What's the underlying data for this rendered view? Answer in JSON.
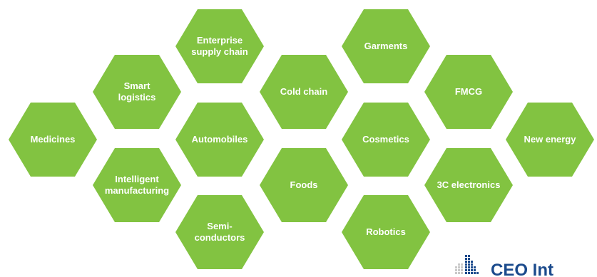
{
  "hexagons": [
    {
      "id": "enterprise-supply-chain",
      "label": "Enterprise\nsupply chain"
    },
    {
      "id": "garments",
      "label": "Garments"
    },
    {
      "id": "smart-logistics",
      "label": "Smart\nlogistics"
    },
    {
      "id": "cold-chain",
      "label": "Cold chain"
    },
    {
      "id": "fmcg",
      "label": "FMCG"
    },
    {
      "id": "medicines",
      "label": "Medicines"
    },
    {
      "id": "automobiles",
      "label": "Automobiles"
    },
    {
      "id": "cosmetics",
      "label": "Cosmetics"
    },
    {
      "id": "new-energy",
      "label": "New energy"
    },
    {
      "id": "intelligent-manufacturing",
      "label": "Intelligent\nmanufacturing"
    },
    {
      "id": "foods",
      "label": "Foods"
    },
    {
      "id": "3c-electronics",
      "label": "3C electronics"
    },
    {
      "id": "semiconductors",
      "label": "Semi-\nconductors"
    },
    {
      "id": "robotics",
      "label": "Robotics"
    }
  ],
  "logo": {
    "text": "CEO Int"
  },
  "colors": {
    "hex_fill": "#82c341",
    "hex_border": "#ffffff",
    "logo_text": "#1b4a8c",
    "logo_mark_light": "#c9c9c9",
    "logo_mark_dark": "#1b4a8c"
  }
}
